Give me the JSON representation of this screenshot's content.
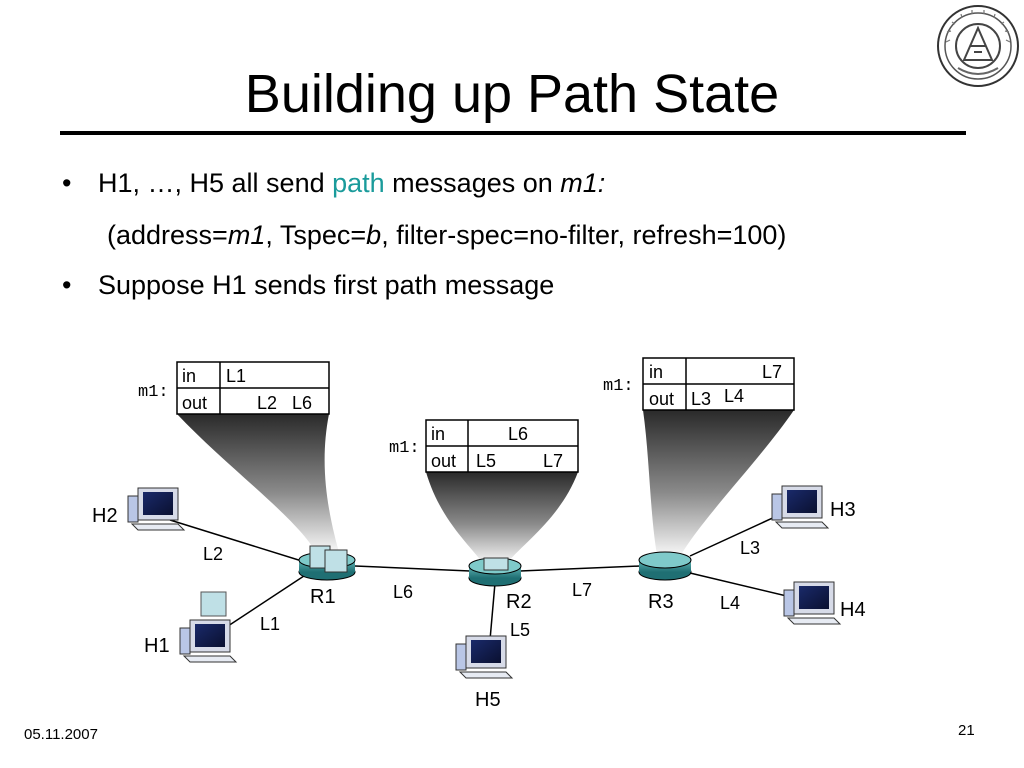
{
  "slide": {
    "title": "Building up Path State",
    "bullets": {
      "b1_pre": "H1, …, H5 all send ",
      "b1_path": "path",
      "b1_mid": " messages on ",
      "b1_m1": "m1:",
      "b1b_open": "(address=",
      "b1b_m1": "m1",
      "b1b_tspec": ", Tspec=",
      "b1b_b": "b",
      "b1b_rest": ", filter-spec=no-filter, refresh=100)",
      "b2": "Suppose H1 sends first path message"
    },
    "bullet_glyph": "•",
    "footer_date": "05.11.2007",
    "page_number": "21"
  },
  "diagram": {
    "tables": [
      {
        "id": "r1",
        "label": "m1:",
        "in_label": "in",
        "out_label": "out",
        "in_links": [
          "L1"
        ],
        "out_links": [
          "L2",
          "L6"
        ]
      },
      {
        "id": "r2",
        "label": "m1:",
        "in_label": "in",
        "out_label": "out",
        "in_links": [
          "L6"
        ],
        "out_links": [
          "L5",
          "L7"
        ]
      },
      {
        "id": "r3",
        "label": "m1:",
        "in_label": "in",
        "out_label": "out",
        "in_links": [
          "L7"
        ],
        "out_links": [
          "L3",
          "L4"
        ]
      }
    ],
    "routers": [
      "R1",
      "R2",
      "R3"
    ],
    "hosts": [
      "H1",
      "H2",
      "H3",
      "H4",
      "H5"
    ],
    "links": [
      "L1",
      "L2",
      "L3",
      "L4",
      "L5",
      "L6",
      "L7"
    ]
  }
}
